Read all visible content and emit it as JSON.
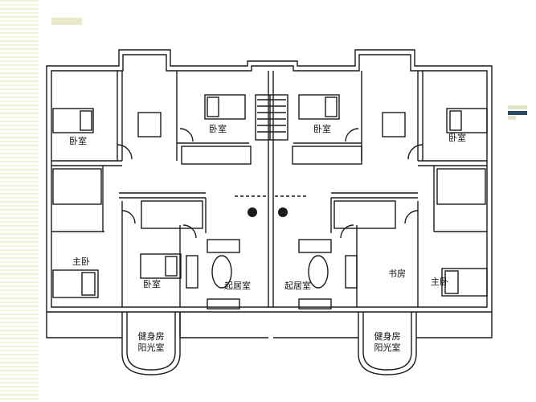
{
  "labels": {
    "bedroom_tl": "卧室",
    "bedroom_tc": "卧室",
    "bedroom_tc2": "卧室",
    "bedroom_tr": "卧室",
    "master_left": "主卧",
    "master_right": "主卧",
    "bedroom_mid": "卧室",
    "living_left": "起居室",
    "living_right": "起居室",
    "study": "书房",
    "gym_left_line1": "健身房",
    "gym_left_line2": "阳光室",
    "gym_right_line1": "健身房",
    "gym_right_line2": "阳光室"
  },
  "colors": {
    "line": "#1a1a1a",
    "accent_dark": "#2d4a5e",
    "stripe": "#f1f2d9"
  }
}
